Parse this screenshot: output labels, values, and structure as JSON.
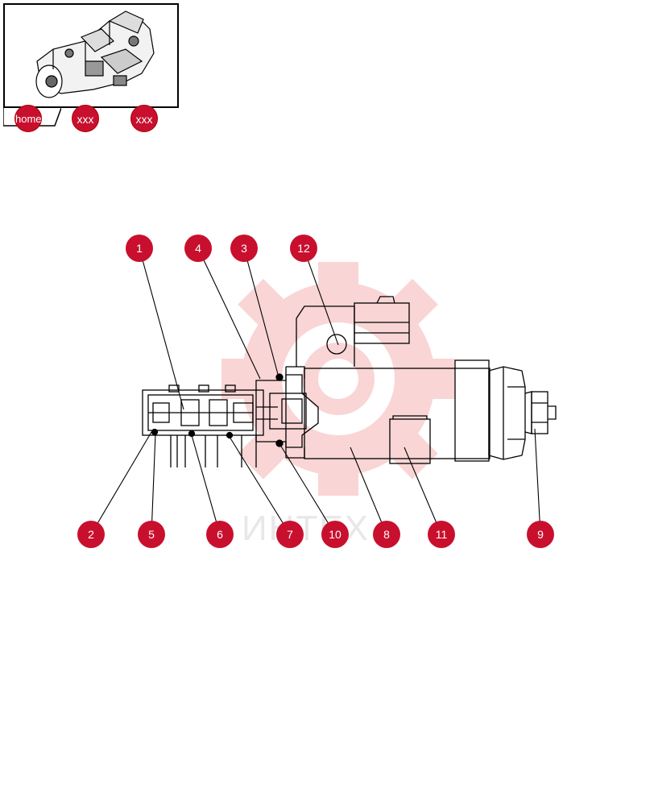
{
  "nav": {
    "home_label": "home",
    "xxx1_label": "xxx",
    "xxx2_label": "xxx"
  },
  "watermark": {
    "text": "ИНТЕХ"
  },
  "callouts": [
    {
      "id": "1",
      "label": "1"
    },
    {
      "id": "4",
      "label": "4"
    },
    {
      "id": "3",
      "label": "3"
    },
    {
      "id": "12",
      "label": "12"
    },
    {
      "id": "2",
      "label": "2"
    },
    {
      "id": "5",
      "label": "5"
    },
    {
      "id": "6",
      "label": "6"
    },
    {
      "id": "7",
      "label": "7"
    },
    {
      "id": "10",
      "label": "10"
    },
    {
      "id": "8",
      "label": "8"
    },
    {
      "id": "11",
      "label": "11"
    },
    {
      "id": "9",
      "label": "9"
    }
  ],
  "colors": {
    "callout": "#c8102e",
    "line": "#000000",
    "watermark": "#f6c9c9"
  }
}
